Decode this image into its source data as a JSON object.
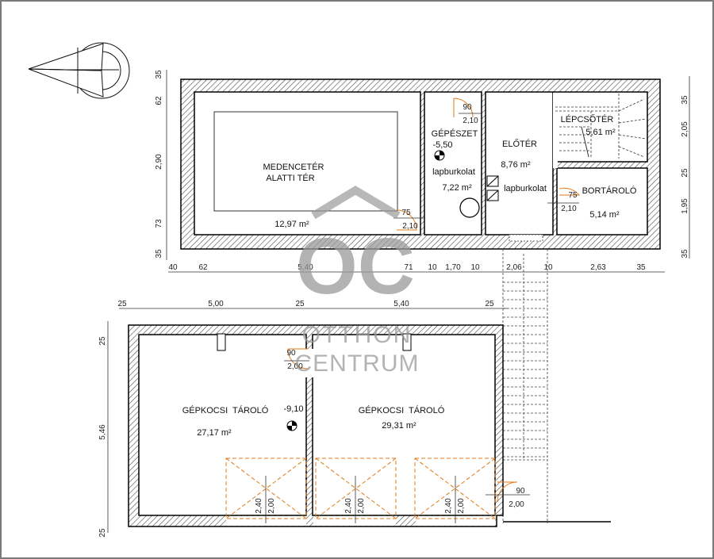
{
  "upper_floor": {
    "rooms": [
      {
        "name": "MEDENCETÉR",
        "name2": "ALATTI TÉR",
        "area": "12,97 m²"
      },
      {
        "name": "GÉPÉSZET",
        "level": "-5,50",
        "finish": "lapburkolat",
        "area": "7,22 m²"
      },
      {
        "name": "ELŐTÉR",
        "area": "8,76 m²",
        "finish": "lapburkolat"
      },
      {
        "name": "LÉPCSŐTÉR",
        "area": "5,61 m²"
      },
      {
        "name": "BORTÁROLÓ",
        "area": "5,14 m²"
      }
    ],
    "doors": [
      {
        "w": "90",
        "h": "2,10"
      },
      {
        "w": "75",
        "h": "2,10"
      },
      {
        "w": "75",
        "h": "2,10"
      }
    ],
    "dims_left": [
      "35",
      "62",
      "2,90",
      "73",
      "35"
    ],
    "dims_right": [
      "35",
      "2,05",
      "25",
      "1,95",
      "35"
    ],
    "dims_bottom": [
      "40",
      "62",
      "5,40",
      "71",
      "10",
      "1,70",
      "10",
      "2,06",
      "10",
      "2,63",
      "35"
    ]
  },
  "lower_floor": {
    "rooms": [
      {
        "name": "GÉPKOCSI  TÁROLÓ",
        "area": "27,17 m²"
      },
      {
        "name": "GÉPKOCSI  TÁROLÓ",
        "area": "29,31 m²"
      }
    ],
    "level": "-9,10",
    "doors": [
      {
        "w": "90",
        "h": "2,00"
      },
      {
        "w": "90",
        "h": "2,00"
      }
    ],
    "garage_doors": [
      {
        "w": "2,40",
        "h": "2,00"
      },
      {
        "w": "2,40",
        "h": "2,00"
      },
      {
        "w": "2,40",
        "h": "2,00"
      }
    ],
    "dims_top": [
      "25",
      "5,00",
      "25",
      "5,40",
      "25"
    ],
    "dims_left": [
      "25",
      "5,46",
      "25"
    ]
  },
  "watermark": {
    "logo": "OC",
    "line1": "OTTHON",
    "line2": "CENTRUM"
  },
  "colors": {
    "wall": "#000000",
    "hatch": "#555555",
    "door": "#e07a1a",
    "dim": "#333333",
    "watermark": "#9a9a9a",
    "frame": "#7a7a7a"
  }
}
